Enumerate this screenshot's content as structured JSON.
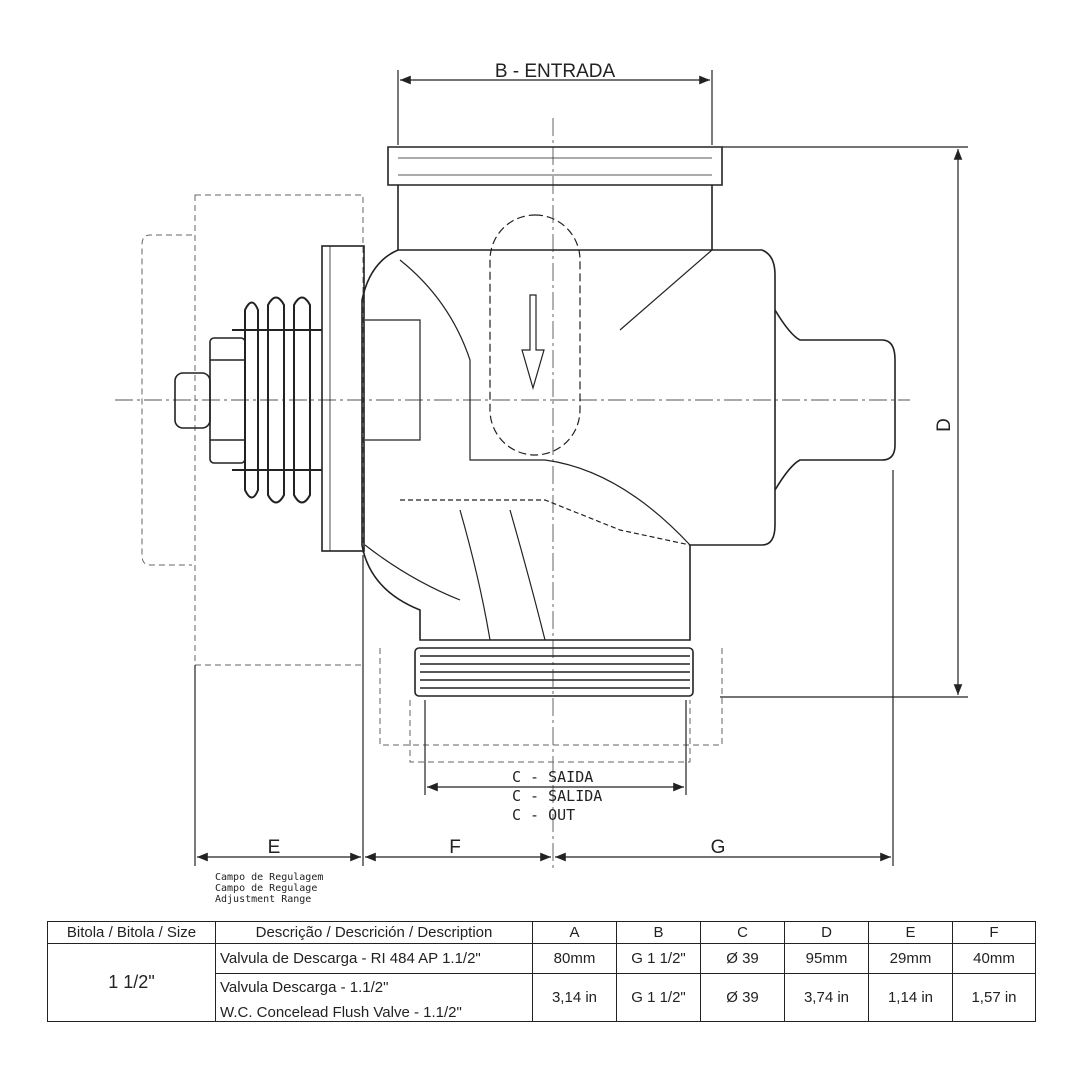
{
  "drawing": {
    "dim_b": "B  -  ENTRADA",
    "dim_c": [
      "C  -  SAIDA",
      "C  -  SALIDA",
      "C  -  OUT"
    ],
    "dim_d": "D",
    "dim_e": "E",
    "dim_f": "F",
    "dim_g": "G",
    "adjust_note": [
      "Campo de Regulagem",
      "Campo de Regulage",
      "Adjustment Range"
    ]
  },
  "table": {
    "headers": [
      "Bitola / Bitola / Size",
      "Descrição / Descrición / Description",
      "A",
      "B",
      "C",
      "D",
      "E",
      "F"
    ],
    "size": "1 1/2\"",
    "descriptions": [
      "Valvula de Descarga - RI 484 AP 1.1/2\"",
      "Valvula Descarga - 1.1/2\"",
      "W.C. Concelead Flush Valve - 1.1/2\""
    ],
    "metric": [
      "80mm",
      "G 1 1/2\"",
      "Ø 39",
      "95mm",
      "29mm",
      "40mm"
    ],
    "imperial": [
      "3,14 in",
      "G 1 1/2\"",
      "Ø 39",
      "3,74 in",
      "1,14 in",
      "1,57 in"
    ]
  }
}
